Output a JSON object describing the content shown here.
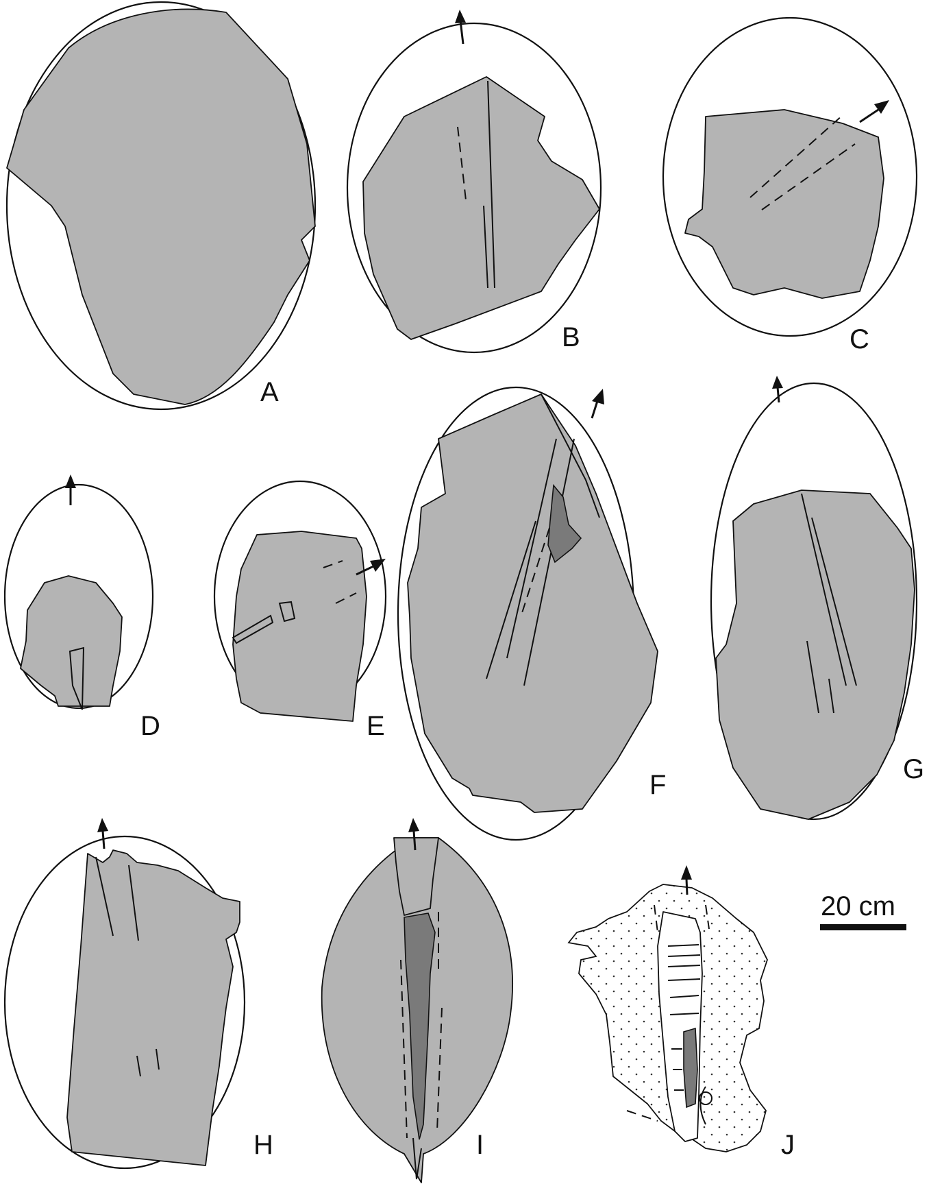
{
  "panels": [
    {
      "id": "A",
      "label": "A"
    },
    {
      "id": "B",
      "label": "B"
    },
    {
      "id": "C",
      "label": "C"
    },
    {
      "id": "D",
      "label": "D"
    },
    {
      "id": "E",
      "label": "E"
    },
    {
      "id": "F",
      "label": "F"
    },
    {
      "id": "G",
      "label": "G"
    },
    {
      "id": "H",
      "label": "H"
    },
    {
      "id": "I",
      "label": "I"
    },
    {
      "id": "J",
      "label": "J"
    }
  ],
  "scale_bar": {
    "label": "20 cm"
  },
  "colors": {
    "rock_fill": "#b4b4b4",
    "dark_fill": "#7a7a7a",
    "outline": "#111111"
  }
}
